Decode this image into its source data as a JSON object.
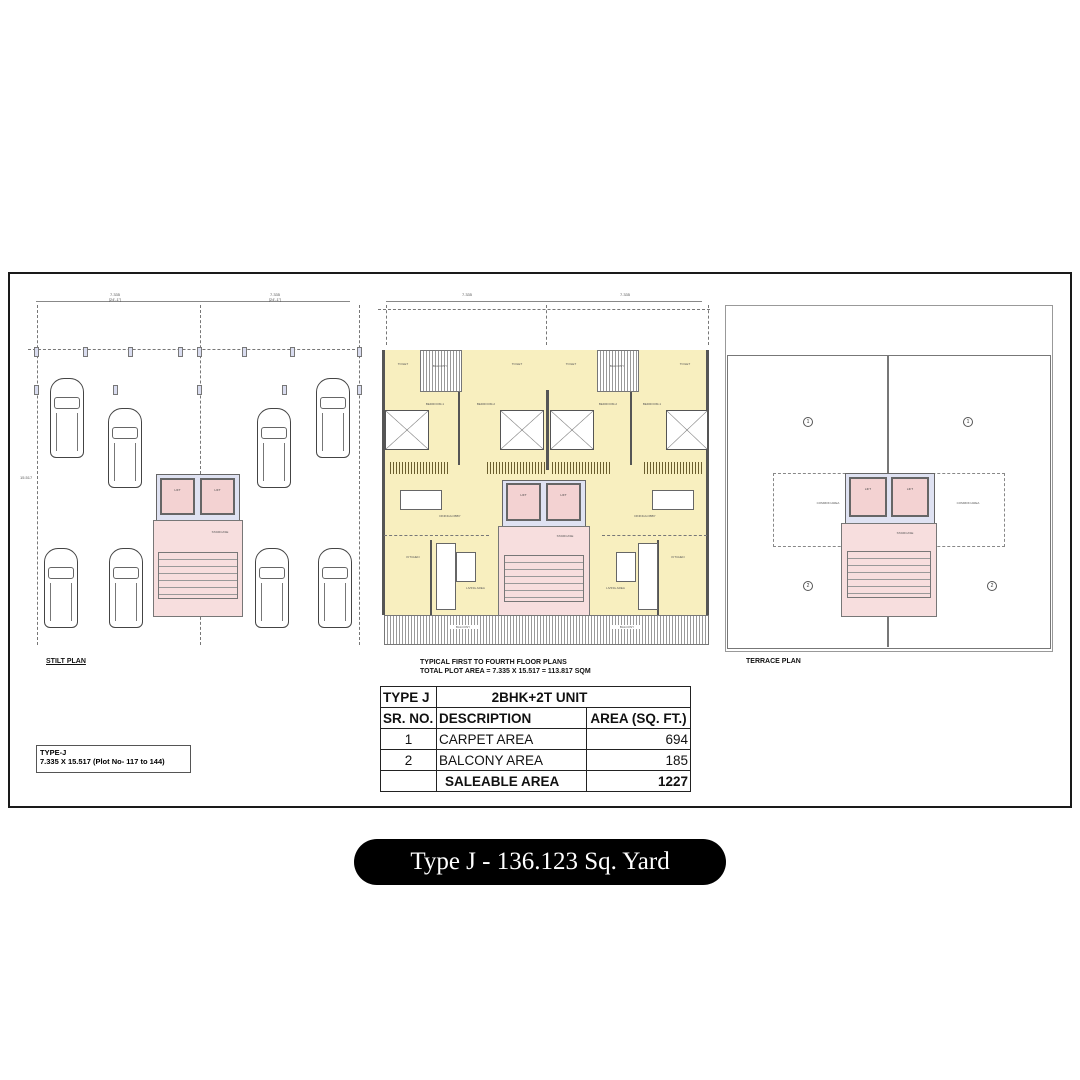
{
  "plans": {
    "stilt": {
      "label": "STILT PLAN",
      "dims": [
        "7.335",
        "7.335"
      ],
      "dims_ft": [
        "[24'-1\"]",
        "[24'-1\"]"
      ],
      "side_dim": "15.517",
      "lifts": [
        "LIFT",
        "LIFT"
      ],
      "staircase": "STAIRCASE",
      "up": "UP"
    },
    "typical": {
      "label_line1": "TYPICAL FIRST TO FOURTH FLOOR PLANS",
      "label_line2": "TOTAL PLOT AREA = 7.335 X 15.517 = 113.817 SQM",
      "dims": [
        "7.335",
        "7.335"
      ],
      "rooms": [
        "TOILET",
        "BALCONY",
        "TOILET",
        "TOILET",
        "BALCONY",
        "TOILET",
        "BEDROOM-1",
        "BEDROOM-2",
        "BEDROOM-2",
        "BEDROOM-1",
        "DINING/LOBBY",
        "DINING/LOBBY",
        "KITCHEN",
        "LIVING AREA",
        "LIVING AREA",
        "KITCHEN",
        "BALCONY",
        "BALCONY",
        "LIFT",
        "LIFT",
        "STAIRCASE"
      ]
    },
    "terrace": {
      "label": "TERRACE PLAN",
      "markers": [
        "1",
        "1",
        "2",
        "2"
      ],
      "common": [
        "COMMON AREA",
        "COMMON AREA"
      ],
      "lifts": [
        "LIFT",
        "LIFT"
      ],
      "staircase": "STAIRCASE"
    }
  },
  "type_box": {
    "line1": "TYPE-J",
    "line2": "7.335 X 15.517 (Plot No- 117 to 144)"
  },
  "area_table": {
    "type": "TYPE J",
    "unit": "2BHK+2T UNIT",
    "headers": [
      "SR. NO.",
      "DESCRIPTION",
      "AREA (SQ. FT.)"
    ],
    "rows": [
      {
        "sr": "1",
        "desc": "CARPET AREA",
        "area": "694"
      },
      {
        "sr": "2",
        "desc": "BALCONY AREA",
        "area": "185"
      },
      {
        "sr": "",
        "desc": "SALEABLE AREA",
        "area": "1227"
      }
    ]
  },
  "banner": {
    "text": "Type J - 136.123 Sq. Yard"
  }
}
